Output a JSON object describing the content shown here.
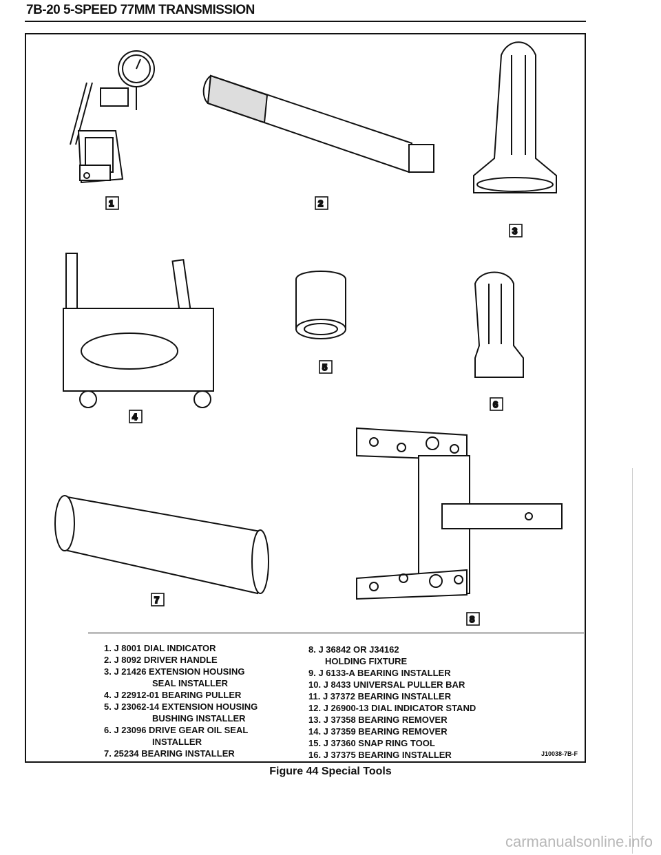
{
  "header": "7B-20 5-SPEED 77MM TRANSMISSION",
  "tool_labels": [
    "1",
    "2",
    "3",
    "4",
    "5",
    "6",
    "7",
    "8"
  ],
  "legend_left": [
    "1. J 8001 DIAL INDICATOR",
    "2. J 8092 DRIVER HANDLE",
    "3. J 21426 EXTENSION HOUSING",
    "SEAL INSTALLER",
    "4. J 22912-01 BEARING PULLER",
    "5. J 23062-14 EXTENSION HOUSING",
    "BUSHING INSTALLER",
    "6. J 23096 DRIVE GEAR OIL SEAL",
    "INSTALLER",
    "7. 25234 BEARING INSTALLER"
  ],
  "legend_right": [
    "8. J 36842 OR J34162",
    "HOLDING FIXTURE",
    "9. J 6133-A BEARING INSTALLER",
    "10. J 8433 UNIVERSAL PULLER BAR",
    "11. J 37372 BEARING INSTALLER",
    "12. J 26900-13 DIAL INDICATOR STAND",
    "13. J 37358 BEARING REMOVER",
    "14. J 37359 BEARING REMOVER",
    "15. J 37360 SNAP RING TOOL",
    "16. J 37375 BEARING INSTALLER"
  ],
  "figure_code": "J10038-7B-F",
  "caption": "Figure 44 Special Tools",
  "watermark": "carmanualsonline.info"
}
